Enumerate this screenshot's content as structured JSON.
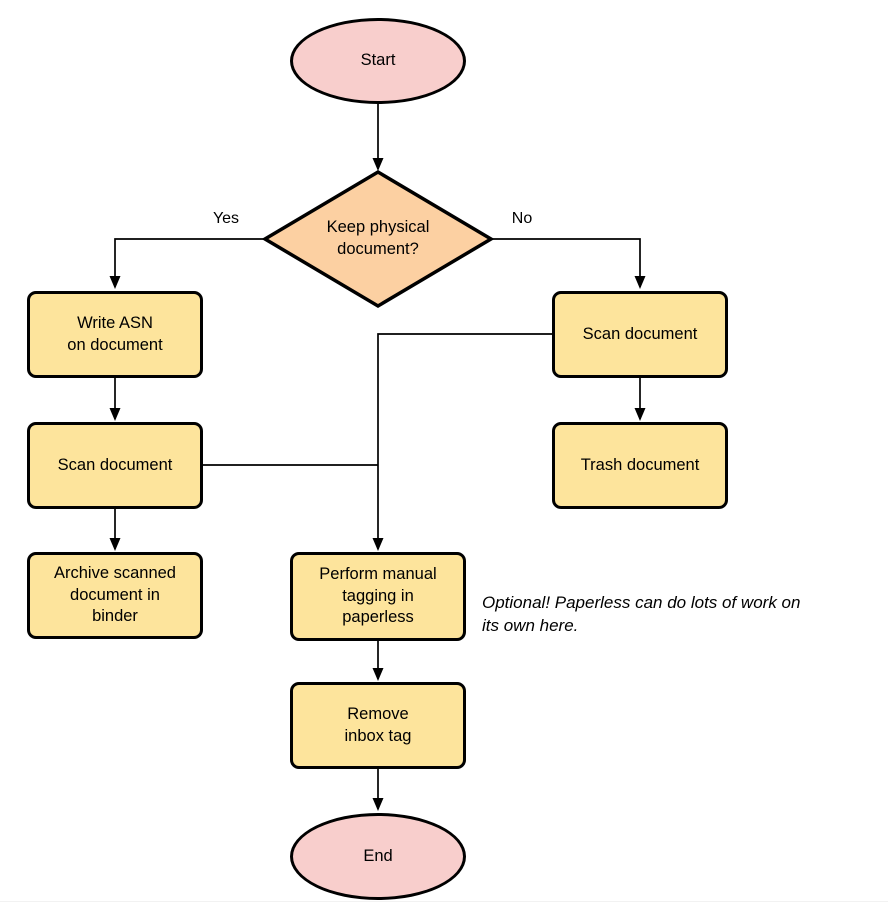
{
  "diagram": {
    "nodes": {
      "start": {
        "label": "Start",
        "shape": "terminator"
      },
      "decision": {
        "label": "Keep physical\ndocument?",
        "shape": "decision"
      },
      "write_asn": {
        "label": "Write ASN\non document",
        "shape": "process"
      },
      "scan_left": {
        "label": "Scan document",
        "shape": "process"
      },
      "archive": {
        "label": "Archive scanned\ndocument in\nbinder",
        "shape": "process"
      },
      "scan_right": {
        "label": "Scan document",
        "shape": "process"
      },
      "trash": {
        "label": "Trash document",
        "shape": "process"
      },
      "tagging": {
        "label": "Perform manual\ntagging in\npaperless",
        "shape": "process"
      },
      "remove_inbox": {
        "label": "Remove\ninbox tag",
        "shape": "process"
      },
      "end": {
        "label": "End",
        "shape": "terminator"
      }
    },
    "edge_labels": {
      "yes": "Yes",
      "no": "No"
    },
    "note": "Optional! Paperless can do lots of work on\nits own here.",
    "colors": {
      "terminator_fill": "#f8cecc",
      "decision_fill": "#fcd0a2",
      "process_fill": "#fde49c",
      "stroke": "#000000",
      "connector": "#000000"
    }
  }
}
